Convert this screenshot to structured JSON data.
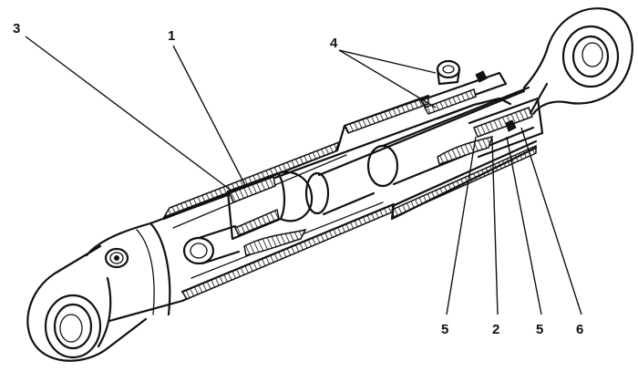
{
  "callouts": {
    "c1": "1",
    "c2": "2",
    "c3": "3",
    "c4": "4",
    "c5a": "5",
    "c5b": "5",
    "c6": "6"
  },
  "colors": {
    "ink": "#111111",
    "background": "#ffffff"
  }
}
